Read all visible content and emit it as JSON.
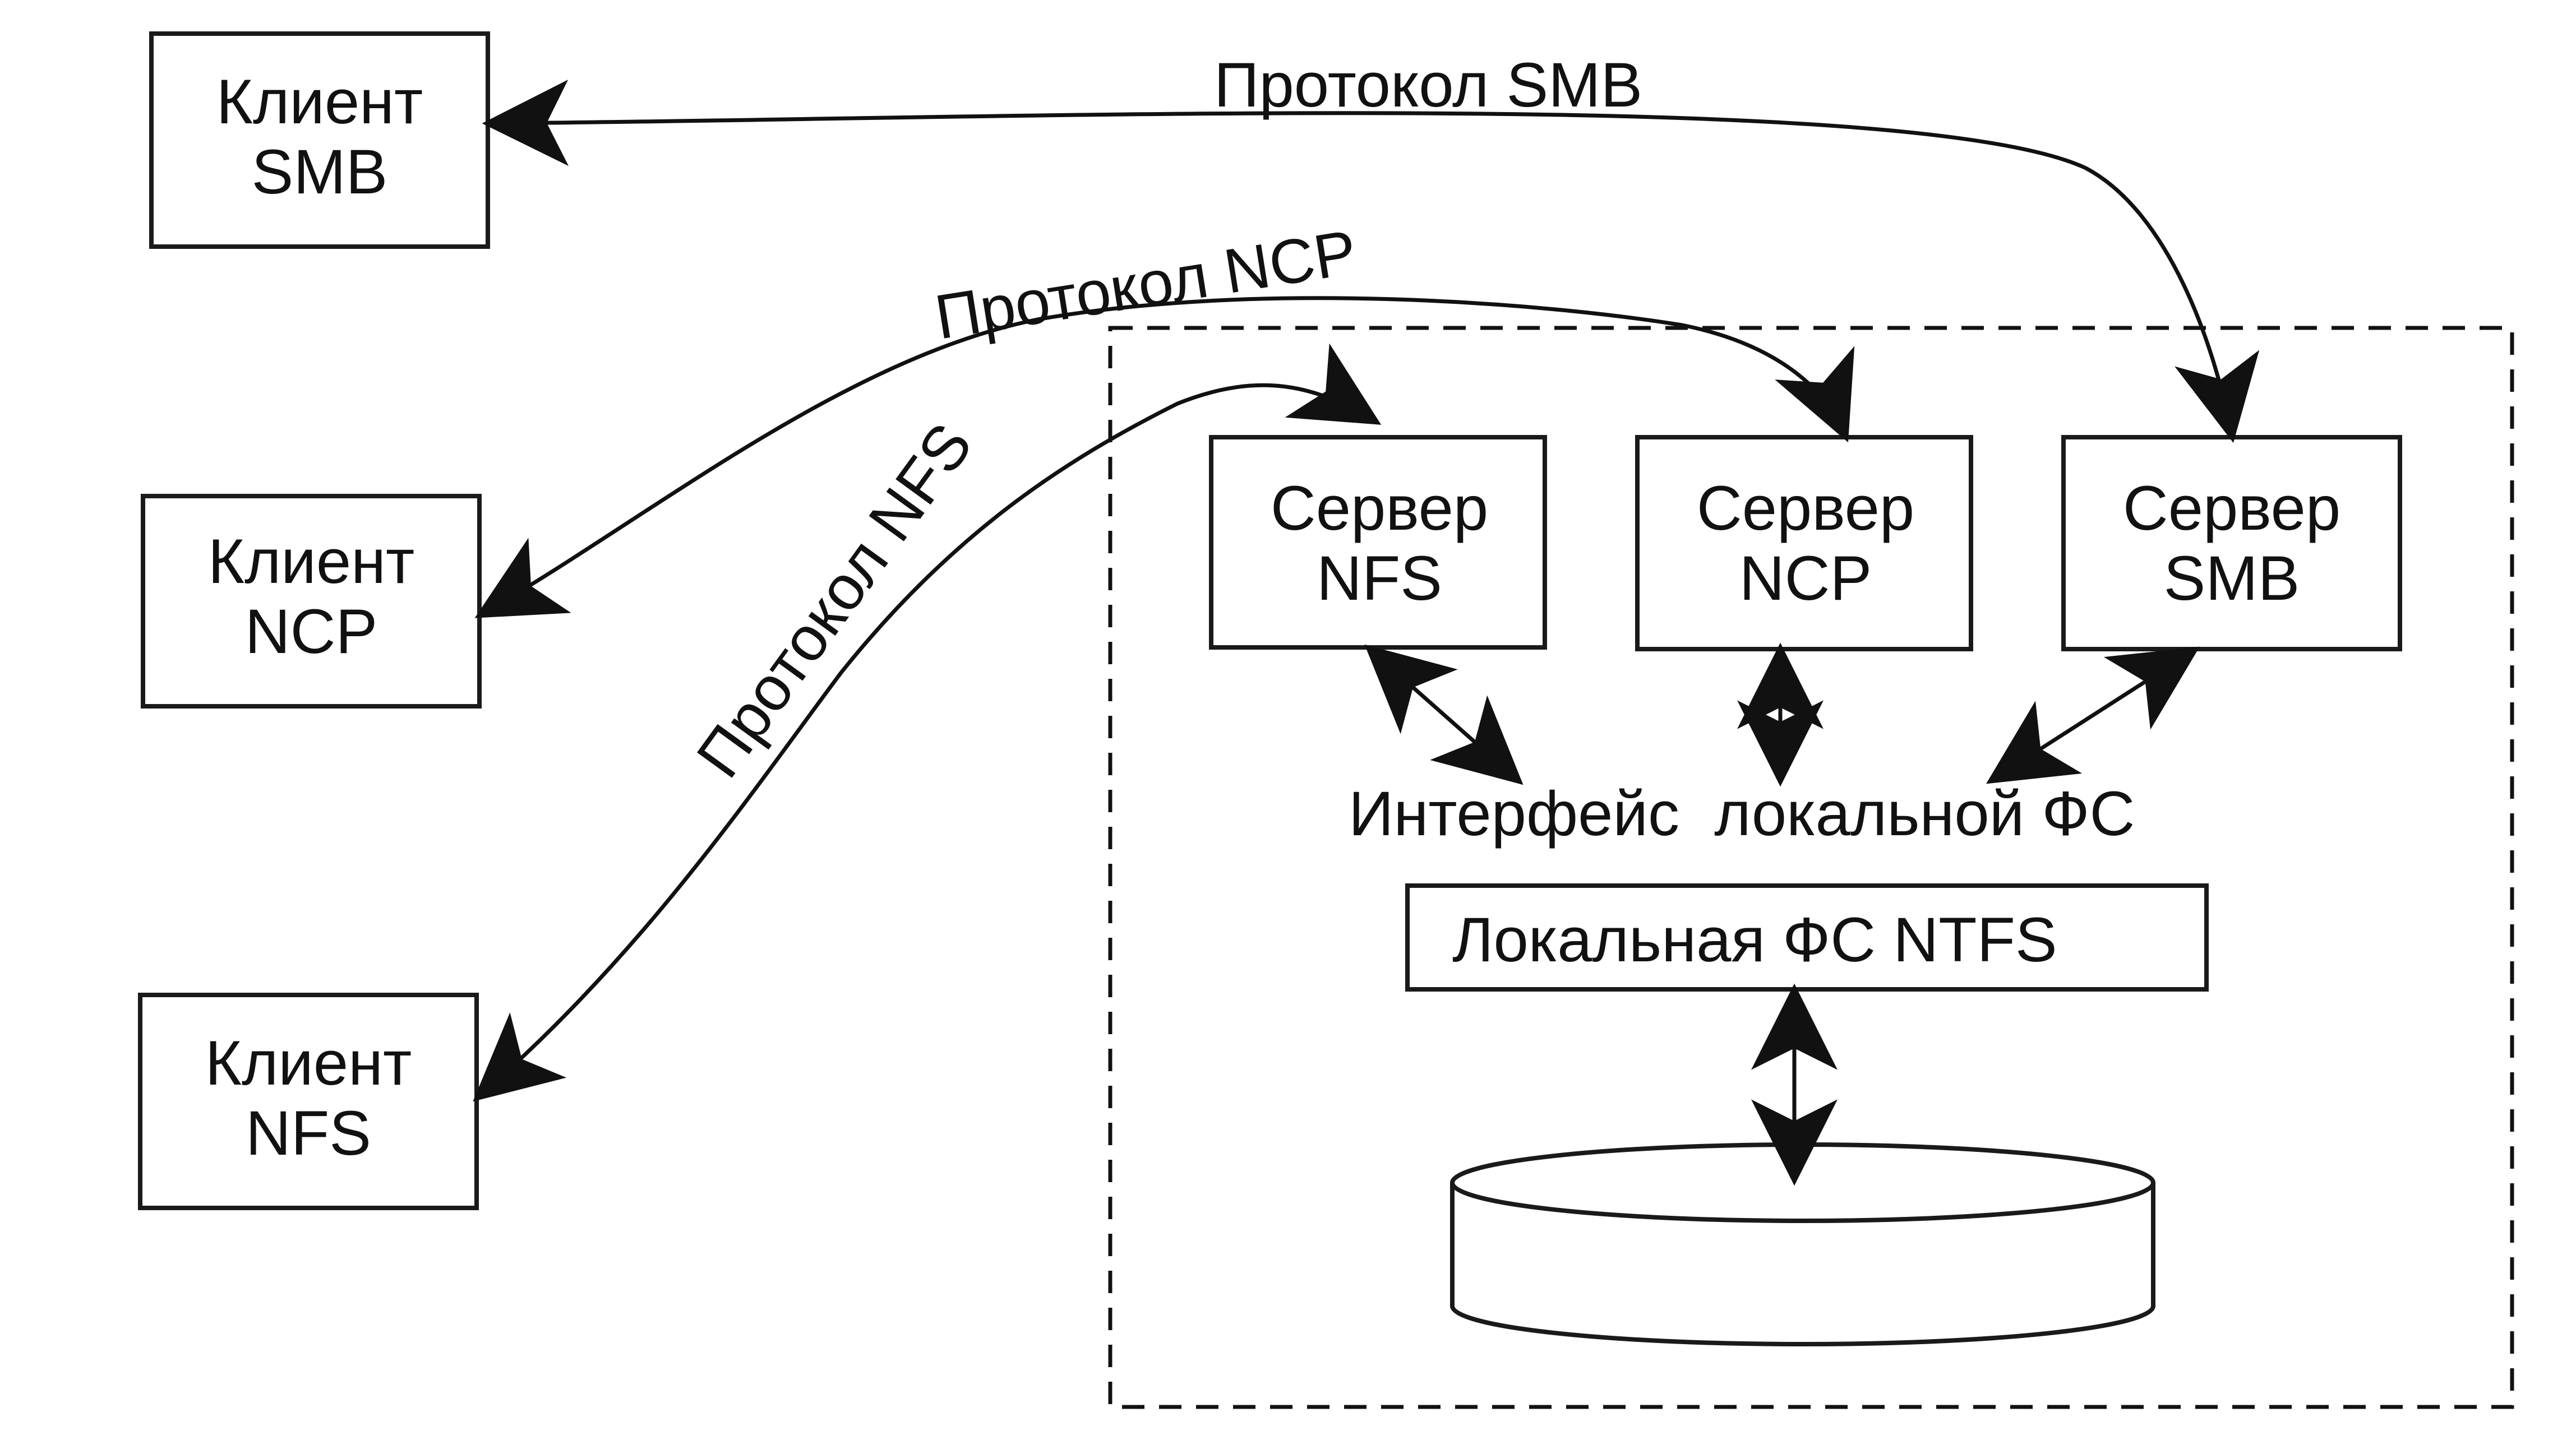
{
  "clients": {
    "smb": {
      "line1": "Клиент",
      "line2": "SMB"
    },
    "ncp": {
      "line1": "Клиент",
      "line2": "NCP"
    },
    "nfs": {
      "line1": "Клиент",
      "line2": "NFS"
    }
  },
  "servers": {
    "nfs": {
      "line1": "Сервер",
      "line2": "NFS"
    },
    "ncp": {
      "line1": "Сервер",
      "line2": "NCP"
    },
    "smb": {
      "line1": "Сервер",
      "line2": "SMB"
    }
  },
  "protocols": {
    "smb": "Протокол SMB",
    "ncp": "Протокол NCP",
    "nfs": "Протокол NFS"
  },
  "local_fs_interface": "Интерфейс  локальной ФС",
  "local_fs": "Локальная ФС NTFS",
  "colors": {
    "ink": "#111111",
    "background": "#ffffff"
  }
}
